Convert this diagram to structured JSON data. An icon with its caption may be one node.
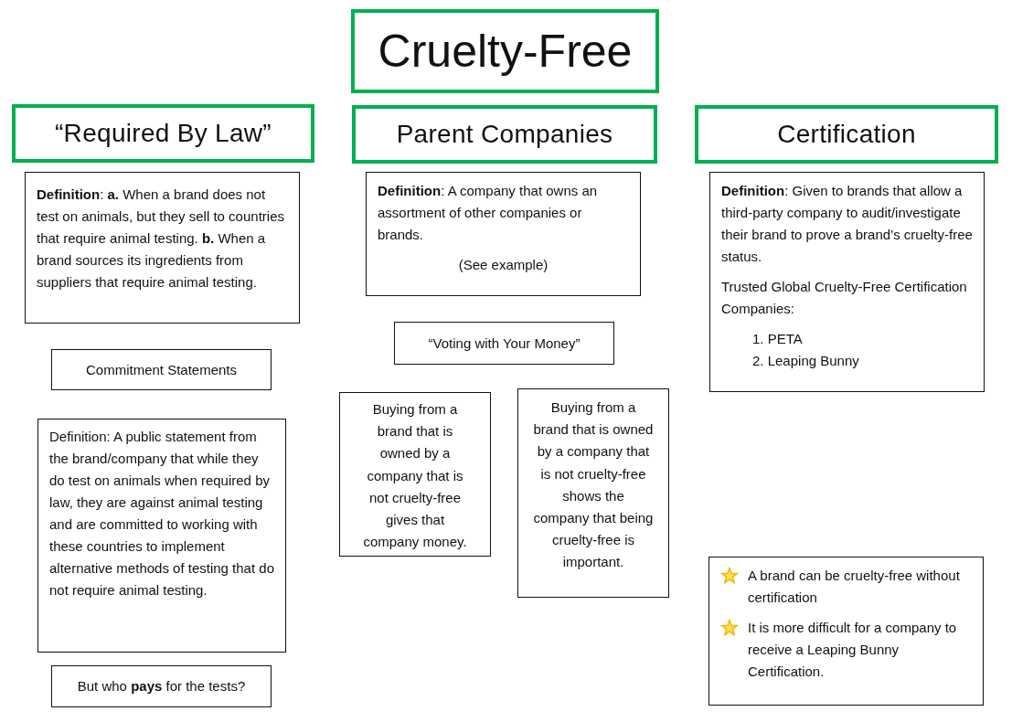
{
  "diagram": {
    "title": "Cruelty-Free",
    "nodes": [
      {
        "text": [
          "“Required By Law”"
        ]
      },
      {
        "text": [
          "**Definition**: **a.** When a brand does not test on animals, but they sell to countries that require animal testing. **b.** When a brand sources its ingredients from suppliers that require animal testing."
        ]
      },
      {
        "text": [
          "Commitment Statements"
        ]
      },
      {
        "text": [
          "Definition: A public statement from the brand/company that while they do test on animals when required by law, they are against animal testing and are committed to working with these countries to implement alternative methods of testing that do not require animal testing."
        ]
      },
      {
        "text": [
          "But who **pays** for the tests?"
        ]
      },
      {
        "text": [
          "Parent Companies"
        ]
      },
      {
        "text": [
          "**Definition**: A company that owns an assortment of other companies or brands.",
          "(See example)"
        ]
      },
      {
        "text": [
          "“Voting with Your Money”"
        ]
      },
      {
        "text": [
          "Buying from a brand that is owned by a company that is not cruelty-free gives that company money."
        ]
      },
      {
        "text": [
          "Buying from a brand that is owned by a company that is not cruelty-free shows the company that being cruelty-free is important."
        ]
      },
      {
        "text": [
          "Certification"
        ]
      },
      {
        "text": [
          "**Definition**: Given to brands that allow a third-party company to audit/investigate their brand to prove a brand’s cruelty-free status.",
          "Trusted Global Cruelty-Free Certification Companies:",
          "1. PETA",
          "2. Leaping Bunny"
        ]
      },
      {
        "text": [
          "A brand can be cruelty-free without certification",
          "It is more difficult for a company to receive a Leaping Bunny Certification."
        ]
      }
    ]
  }
}
